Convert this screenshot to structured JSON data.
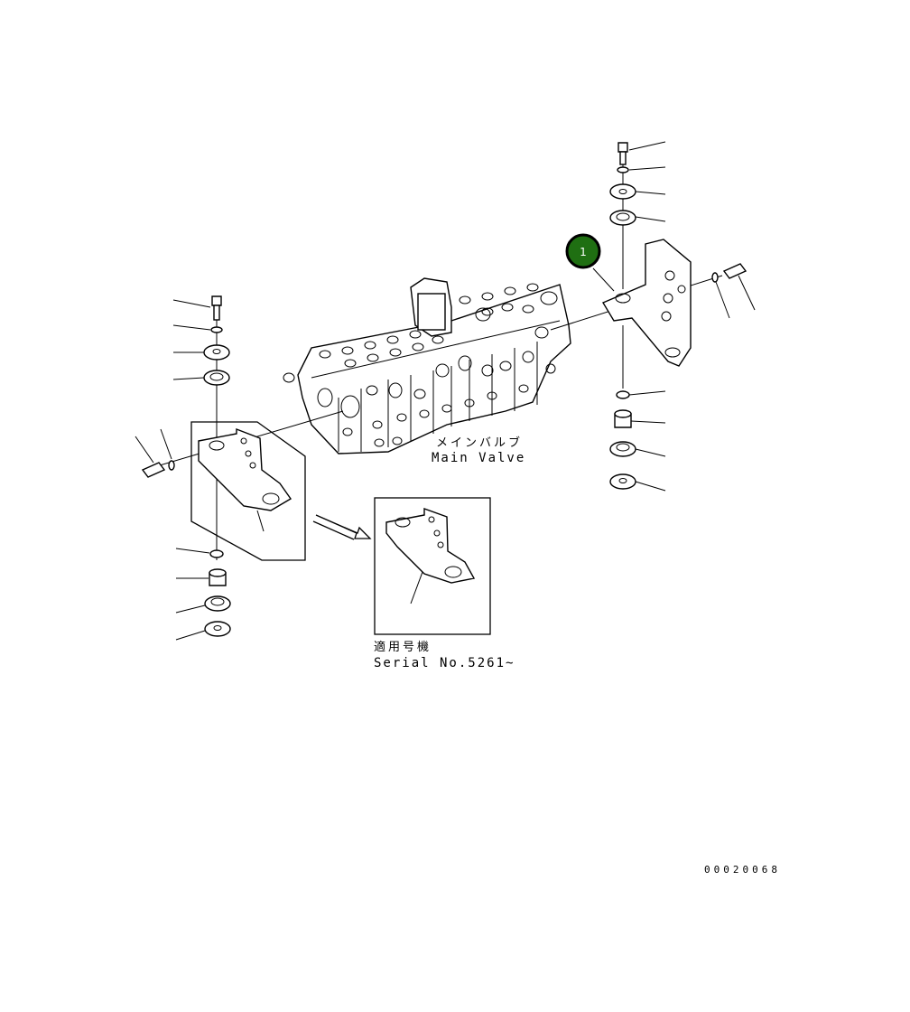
{
  "diagram": {
    "main_valve": {
      "label_jp": "メインバルブ",
      "label_en": "Main Valve"
    },
    "serial_note": {
      "label_jp": "適用号機",
      "label_en": "Serial No.5261~"
    },
    "callout": {
      "number": "1",
      "color": "#1f6f12"
    },
    "document_number": "00020068"
  }
}
